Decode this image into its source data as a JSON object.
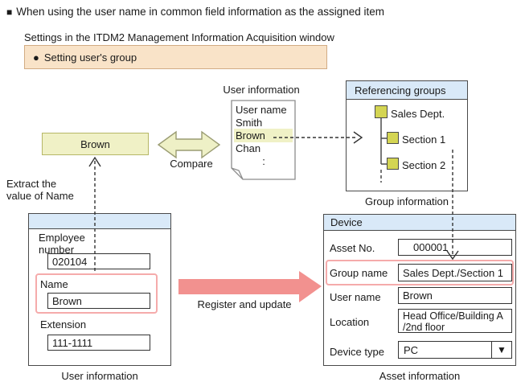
{
  "header": {
    "bullet": "■",
    "title": "When using the user name in common field information as the assigned item",
    "subtitle": "Settings in the ITDM2 Management Information Acquisition window",
    "setting_bullet": "●",
    "setting_label": "Setting user's group"
  },
  "extract": {
    "value_box": "Brown",
    "label": "Extract the\nvalue of Name",
    "compare_label": "Compare"
  },
  "user_list": {
    "title": "User information",
    "header": "User name",
    "rows": [
      "Smith",
      "Brown",
      "Chan",
      ":"
    ],
    "highlighted_row": "Brown"
  },
  "groups": {
    "title": "Referencing groups",
    "root": "Sales Dept.",
    "children": [
      "Section 1",
      "Section 2"
    ],
    "highlighted": "Section 1",
    "caption": "Group information"
  },
  "user_form": {
    "fields": [
      {
        "label": "Employee number",
        "value": "020104"
      },
      {
        "label": "Name",
        "value": "Brown"
      },
      {
        "label": "Extension",
        "value": "111-1111"
      }
    ],
    "highlighted_field": "Name",
    "caption": "User information"
  },
  "register": {
    "label": "Register and update"
  },
  "device_form": {
    "title": "Device",
    "fields": [
      {
        "label": "Asset No.",
        "value": "000001"
      },
      {
        "label": "Group name",
        "value": "Sales Dept./Section 1"
      },
      {
        "label": "User name",
        "value": "Brown"
      },
      {
        "label": "Location",
        "value": "Head Office/Building A\n/2nd floor"
      },
      {
        "label": "Device type",
        "value": "PC"
      }
    ],
    "highlighted_field": "Group name",
    "dropdown_icon": "▼",
    "caption": "Asset information"
  },
  "colors": {
    "highlight_yellow": "#f0f1c6",
    "header_blue": "#d9e9f8",
    "attention_peach": "#f9e3c8",
    "register_pink": "#f2918f",
    "emphasis_red_outline": "#f5abab",
    "tree_node_yellow": "#d4d553",
    "box_border": "#4a4a4a"
  }
}
